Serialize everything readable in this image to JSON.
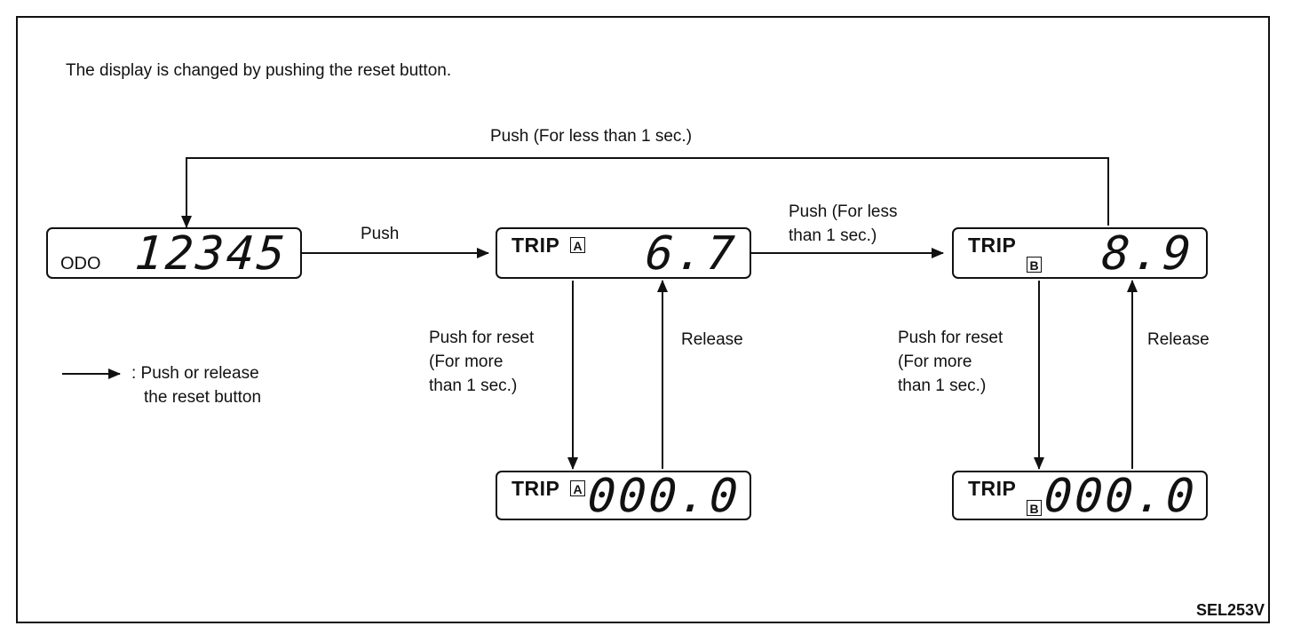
{
  "caption": "The display is changed by pushing the reset button.",
  "top_loop_label": "Push (For less than 1 sec.)",
  "arrow_push_label": "Push",
  "arrow_trip_a_to_b_label": [
    "Push (For less",
    "than 1 sec.)"
  ],
  "legend": {
    "line1": ": Push or release",
    "line2": "the reset button"
  },
  "push_for_reset": [
    "Push for reset",
    "(For more",
    "than 1 sec.)"
  ],
  "release_label": "Release",
  "displays": {
    "odo": {
      "label": "ODO",
      "value": "12345"
    },
    "trip_a": {
      "label": "TRIP",
      "marker": "A",
      "value": "6.7"
    },
    "trip_b": {
      "label": "TRIP",
      "marker": "B",
      "value": "8.9"
    },
    "trip_a_reset": {
      "label": "TRIP",
      "marker": "A",
      "value": "000.0"
    },
    "trip_b_reset": {
      "label": "TRIP",
      "marker": "B",
      "value": "000.0"
    }
  },
  "figure_code": "SEL253V"
}
